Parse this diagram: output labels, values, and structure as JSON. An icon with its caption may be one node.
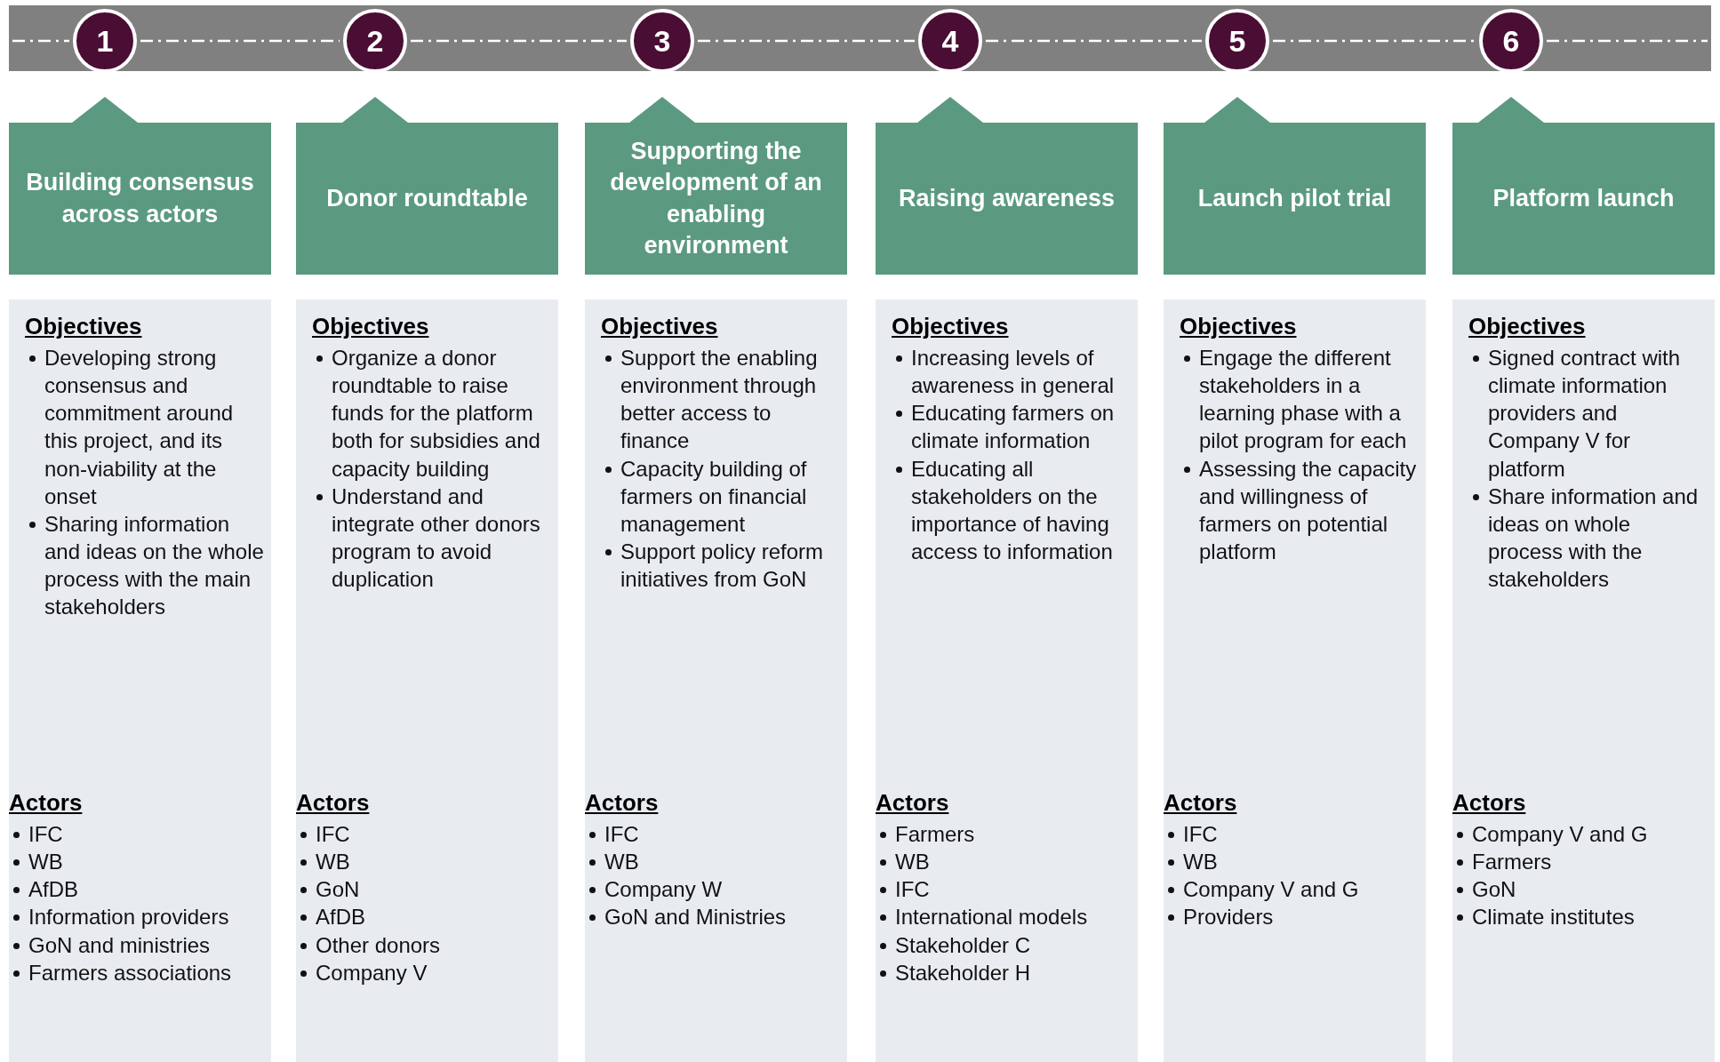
{
  "diagram": {
    "nodes": [
      {
        "text": [
          "1"
        ]
      },
      {
        "text": [
          "2"
        ]
      },
      {
        "text": [
          "3"
        ]
      },
      {
        "text": [
          "4"
        ]
      },
      {
        "text": [
          "5"
        ]
      },
      {
        "text": [
          "6"
        ]
      },
      {
        "text": [
          "Building consensus across actors"
        ]
      },
      {
        "text": [
          "Donor roundtable"
        ]
      },
      {
        "text": [
          "Supporting the development of an enabling environment"
        ]
      },
      {
        "text": [
          "Raising awareness"
        ]
      },
      {
        "text": [
          "Launch pilot trial"
        ]
      },
      {
        "text": [
          "Platform launch"
        ]
      },
      {
        "text": [
          "Objectives",
          "Developing strong consensus and commitment around this project, and its non-viability at the onset",
          "Sharing information and ideas on the whole process with the main stakeholders",
          "Actors",
          "IFC",
          "WB",
          "AfDB",
          "Information providers",
          "GoN and ministries",
          "Farmers associations"
        ]
      },
      {
        "text": [
          "Objectives",
          "Organize a donor roundtable to raise funds for the platform both for subsidies and capacity building",
          "Understand and integrate other donors program to avoid duplication",
          "Actors",
          "IFC",
          "WB",
          "GoN",
          "AfDB",
          "Other donors",
          "Company V"
        ]
      },
      {
        "text": [
          "Objectives",
          "Support the enabling environment through better access to finance",
          "Capacity building of farmers on financial management",
          "Support policy reform initiatives from GoN",
          "Actors",
          "IFC",
          "WB",
          "Company W",
          "GoN and Ministries"
        ]
      },
      {
        "text": [
          "Objectives",
          "Increasing levels of awareness in general",
          "Educating farmers on climate information",
          "Educating all stakeholders on the importance of having access to information",
          "Actors",
          "Farmers",
          "WB",
          "IFC",
          "International models",
          "Stakeholder C",
          "Stakeholder H"
        ]
      },
      {
        "text": [
          "Objectives",
          "Engage the different stakeholders in a learning phase with a pilot program for each",
          "Assessing the capacity and willingness of farmers on potential platform",
          "Actors",
          "IFC",
          "WB",
          "Company V and G",
          "Providers"
        ]
      },
      {
        "text": [
          "Objectives",
          "Signed contract with climate information providers and Company V for platform",
          "Share information and ideas on whole process with the stakeholders",
          "Actors",
          "Company V and G",
          "Farmers",
          "GoN",
          "Climate institutes"
        ]
      }
    ],
    "edges": [
      {
        "from": 0,
        "to": 1,
        "arrow": "none",
        "style": "dashed"
      },
      {
        "from": 1,
        "to": 2,
        "arrow": "none",
        "style": "dashed"
      },
      {
        "from": 2,
        "to": 3,
        "arrow": "none",
        "style": "dashed"
      },
      {
        "from": 3,
        "to": 4,
        "arrow": "none",
        "style": "dashed"
      },
      {
        "from": 4,
        "to": 5,
        "arrow": "none",
        "style": "dashed"
      }
    ]
  }
}
